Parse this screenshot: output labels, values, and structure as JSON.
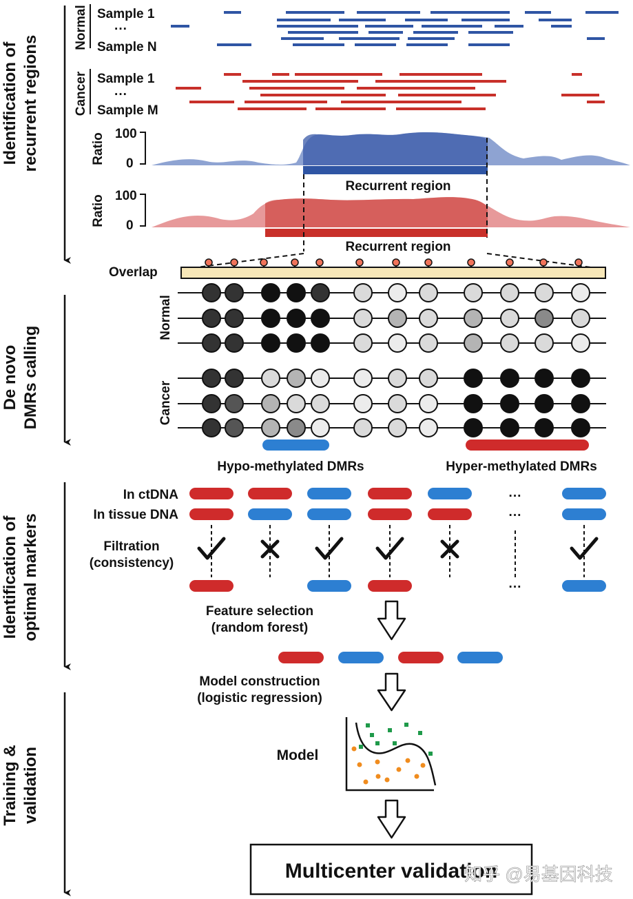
{
  "colors": {
    "normal_blue": "#2f55a4",
    "cancer_red": "#c8302a",
    "marker_blue": "#2d7fd2",
    "marker_red": "#cf2b2b",
    "overlap_bar": "#f7e7b8",
    "point_green": "#1f9a4a",
    "point_orange": "#f08c1e"
  },
  "stages": {
    "recurrent_line1": "Identification of",
    "recurrent_line2": "recurrent regions",
    "denovo_line1": "De novo",
    "denovo_line2": "DMRs calling",
    "optimal_line1": "Identification of",
    "optimal_line2": "optimal markers",
    "training_line1": "Training &",
    "training_line2": "validation"
  },
  "reads": {
    "normal_group": "Normal",
    "cancer_group": "Cancer",
    "normal_sample_first": "Sample 1",
    "normal_sample_last": "Sample N",
    "cancer_sample_first": "Sample 1",
    "cancer_sample_last": "Sample M",
    "ellipsis": "···"
  },
  "ratio": {
    "axis_label": "Ratio",
    "tick_high": "100",
    "tick_low": "0",
    "recurrent_label": "Recurrent region"
  },
  "dmr": {
    "overlap_label": "Overlap",
    "normal_label": "Normal",
    "cancer_label": "Cancer",
    "hypo_label": "Hypo-methylated DMRs",
    "hyper_label": "Hyper-methylated DMRs",
    "shade_levels": [
      "#111111",
      "#333333",
      "#555555",
      "#8a8a8a",
      "#b4b4b4",
      "#dadada",
      "#ececec"
    ],
    "cpg_levels": [
      [
        1,
        1,
        0,
        0,
        1,
        5,
        6,
        5,
        5,
        5,
        5,
        6
      ],
      [
        1,
        1,
        0,
        0,
        0,
        5,
        4,
        5,
        4,
        5,
        3,
        5
      ],
      [
        1,
        1,
        0,
        0,
        0,
        5,
        6,
        5,
        4,
        5,
        5,
        6
      ],
      [
        1,
        1,
        5,
        4,
        6,
        6,
        5,
        5,
        0,
        0,
        0,
        0
      ],
      [
        1,
        2,
        4,
        5,
        5,
        6,
        5,
        6,
        0,
        0,
        0,
        0
      ],
      [
        1,
        2,
        4,
        3,
        6,
        5,
        5,
        6,
        0,
        0,
        0,
        0
      ]
    ]
  },
  "markers": {
    "ctdna_label": "In ctDNA",
    "tissue_label": "In tissue DNA",
    "filtration_line1": "Filtration",
    "filtration_line2": "(consistency)",
    "ellipsis": "···",
    "ctdna": [
      "red",
      "red",
      "blue",
      "red",
      "blue",
      "blue"
    ],
    "tissue": [
      "red",
      "blue",
      "blue",
      "red",
      "red",
      "blue"
    ],
    "verdict": [
      "pass",
      "fail",
      "pass",
      "pass",
      "fail",
      "pass"
    ],
    "feature_line1": "Feature selection",
    "feature_line2": "(random forest)",
    "selected": [
      "red",
      "blue",
      "red",
      "blue"
    ]
  },
  "model": {
    "construction_line1": "Model construction",
    "construction_line2": "(logistic regression)",
    "model_label": "Model",
    "validation_label": "Multicenter validation",
    "watermark": "知乎 @易基因科技"
  }
}
